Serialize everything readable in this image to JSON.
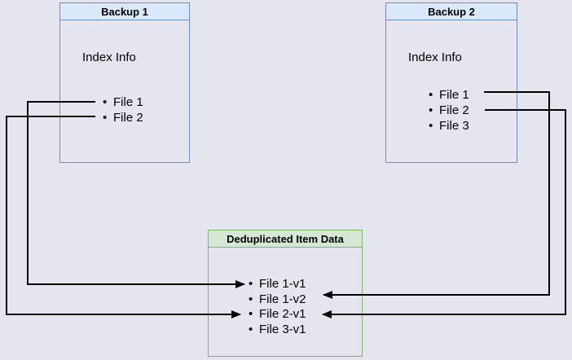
{
  "backup1": {
    "title": "Backup 1",
    "subtitle": "Index Info",
    "files": [
      "File 1",
      "File 2"
    ]
  },
  "backup2": {
    "title": "Backup 2",
    "subtitle": "Index Info",
    "files": [
      "File 1",
      "File 2",
      "File 3"
    ]
  },
  "dedup": {
    "title": "Deduplicated Item Data",
    "items": [
      "File 1-v1",
      "File 1-v2",
      "File 2-v1",
      "File 3-v1"
    ]
  },
  "connections": [
    {
      "from": "Backup 1: File 1",
      "to": "File 1-v1"
    },
    {
      "from": "Backup 1: File 2",
      "to": "File 2-v1"
    },
    {
      "from": "Backup 2: File 1",
      "to": "File 1-v2"
    },
    {
      "from": "Backup 2: File 2",
      "to": "File 2-v1"
    }
  ],
  "colors": {
    "background": "#e5e5ef",
    "blue_fill": "#dae8fc",
    "blue_border": "#6c8ebf",
    "green_fill": "#d5e8d4",
    "green_border": "#82b366",
    "arrow": "#000000"
  }
}
